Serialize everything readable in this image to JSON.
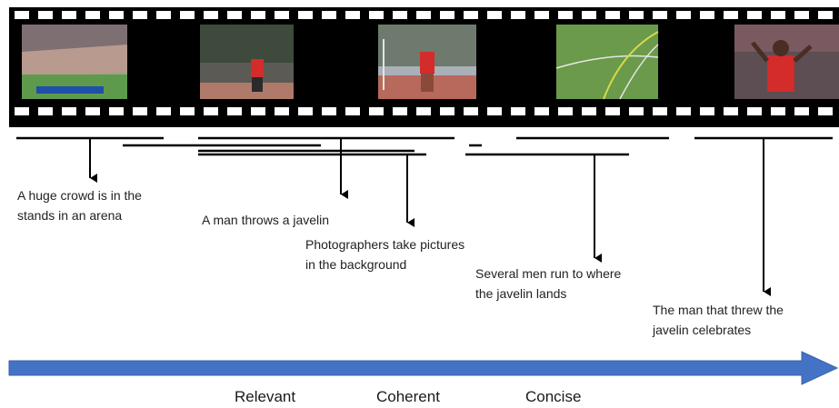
{
  "captions": [
    {
      "text": "A huge crowd is in the\nstands in an arena"
    },
    {
      "text": "A man throws a javelin"
    },
    {
      "text": "Photographers take pictures\nin the background"
    },
    {
      "text": "Several men run to where\nthe javelin lands"
    },
    {
      "text": "The man that threw the\njavelin celebrates"
    }
  ],
  "criteria": [
    "Relevant",
    "Coherent",
    "Concise"
  ],
  "frames": [
    {
      "scene": "stadium-crowd"
    },
    {
      "scene": "javelin-runup"
    },
    {
      "scene": "javelin-throw"
    },
    {
      "scene": "track-runners"
    },
    {
      "scene": "athlete-celebrates"
    }
  ],
  "colors": {
    "film": "#000000",
    "sprocket": "#ffffff",
    "arrow": "#4472c4",
    "arrow_border": "#3a63ad",
    "line": "#000000"
  }
}
